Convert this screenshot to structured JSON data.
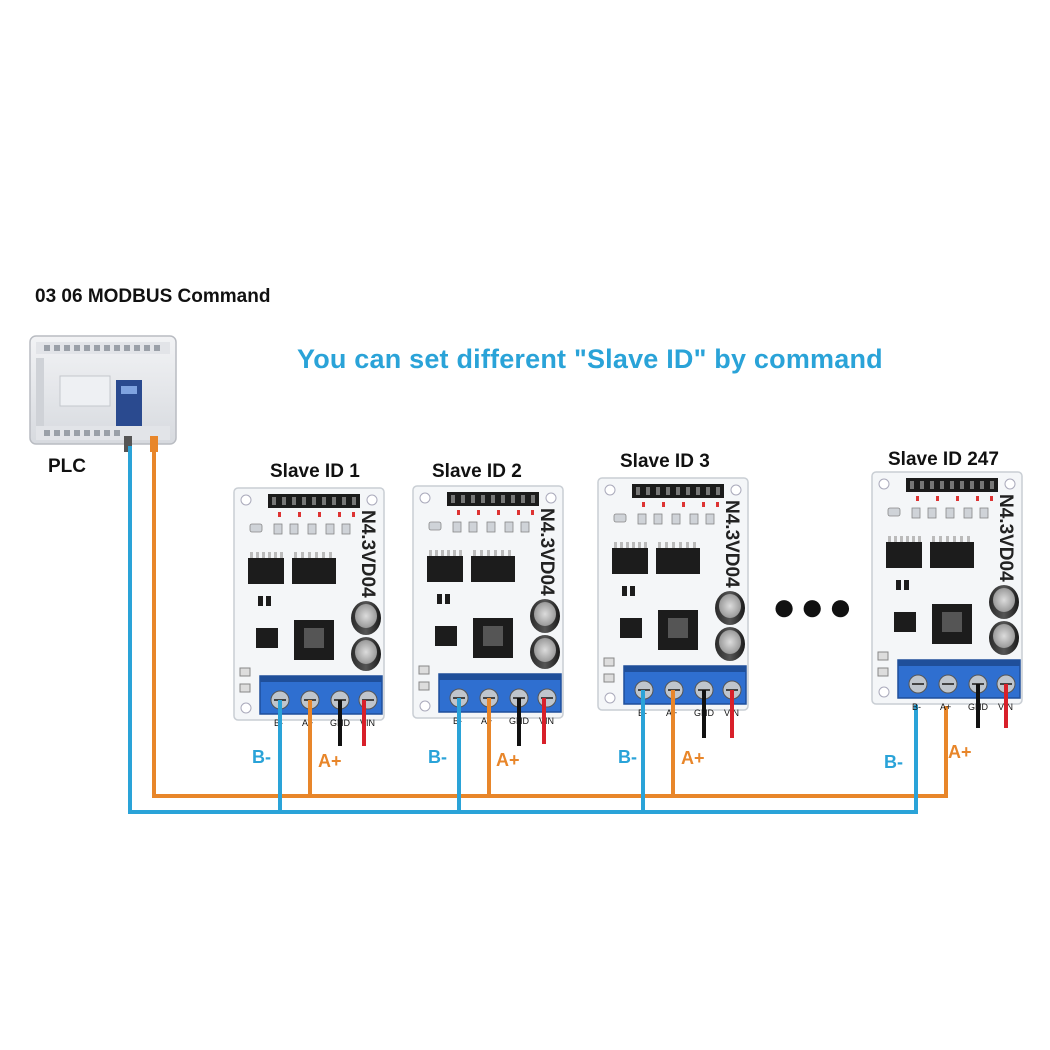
{
  "header": {
    "command_label": "03 06 MODBUS Command",
    "headline": "You can set different \"Slave ID\" by command"
  },
  "plc": {
    "label": "PLC"
  },
  "slaves": [
    {
      "title": "Slave ID 1",
      "board_text": "N4.3VD04",
      "b_label": "B-",
      "a_label": "A+"
    },
    {
      "title": "Slave ID 2",
      "board_text": "N4.3VD04",
      "b_label": "B-",
      "a_label": "A+"
    },
    {
      "title": "Slave ID 3",
      "board_text": "N4.3VD04",
      "b_label": "B-",
      "a_label": "A+"
    },
    {
      "title": "Slave ID 247",
      "board_text": "N4.3VD04",
      "b_label": "B-",
      "a_label": "A+"
    }
  ],
  "terminal_labels": [
    "B-",
    "A+",
    "GND",
    "VIN"
  ],
  "ellipsis": "●●●",
  "colors": {
    "b_wire": "#2aa3d8",
    "a_wire": "#e8862a",
    "gnd_wire": "#111111",
    "vin_wire": "#d8202a",
    "terminal": "#2f6fd0",
    "board": "#f4f6f8"
  }
}
